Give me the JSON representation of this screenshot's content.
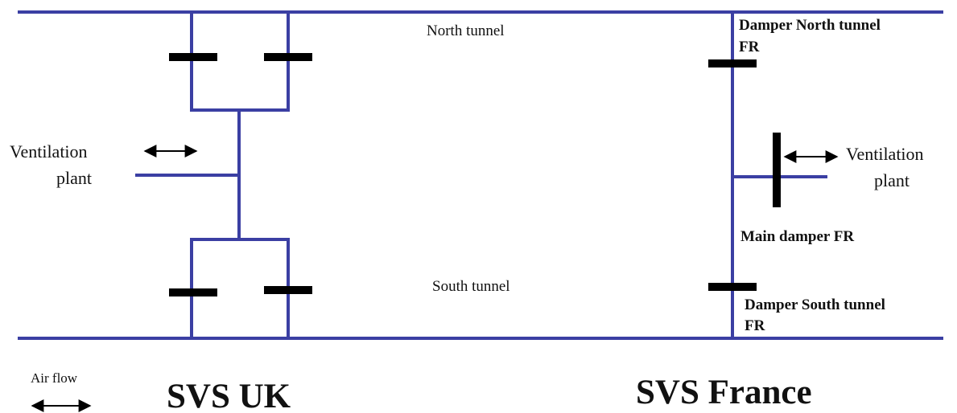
{
  "colors": {
    "duct": "#3b3fa3",
    "damper": "#000000",
    "text": "#111111",
    "background": "#ffffff"
  },
  "labels": {
    "north_tunnel": "North tunnel",
    "south_tunnel": "South tunnel",
    "ventilation_uk_line1": "Ventilation",
    "ventilation_uk_line2": "plant",
    "ventilation_fr_line1": "Ventilation",
    "ventilation_fr_line2": "plant",
    "damper_north_line1": "Damper North tunnel",
    "damper_north_line2": "FR",
    "main_damper": "Main damper FR",
    "damper_south_line1": "Damper South tunnel",
    "damper_south_line2": "FR",
    "air_flow": "Air flow",
    "svs_uk": "SVS UK",
    "svs_france": "SVS France"
  }
}
